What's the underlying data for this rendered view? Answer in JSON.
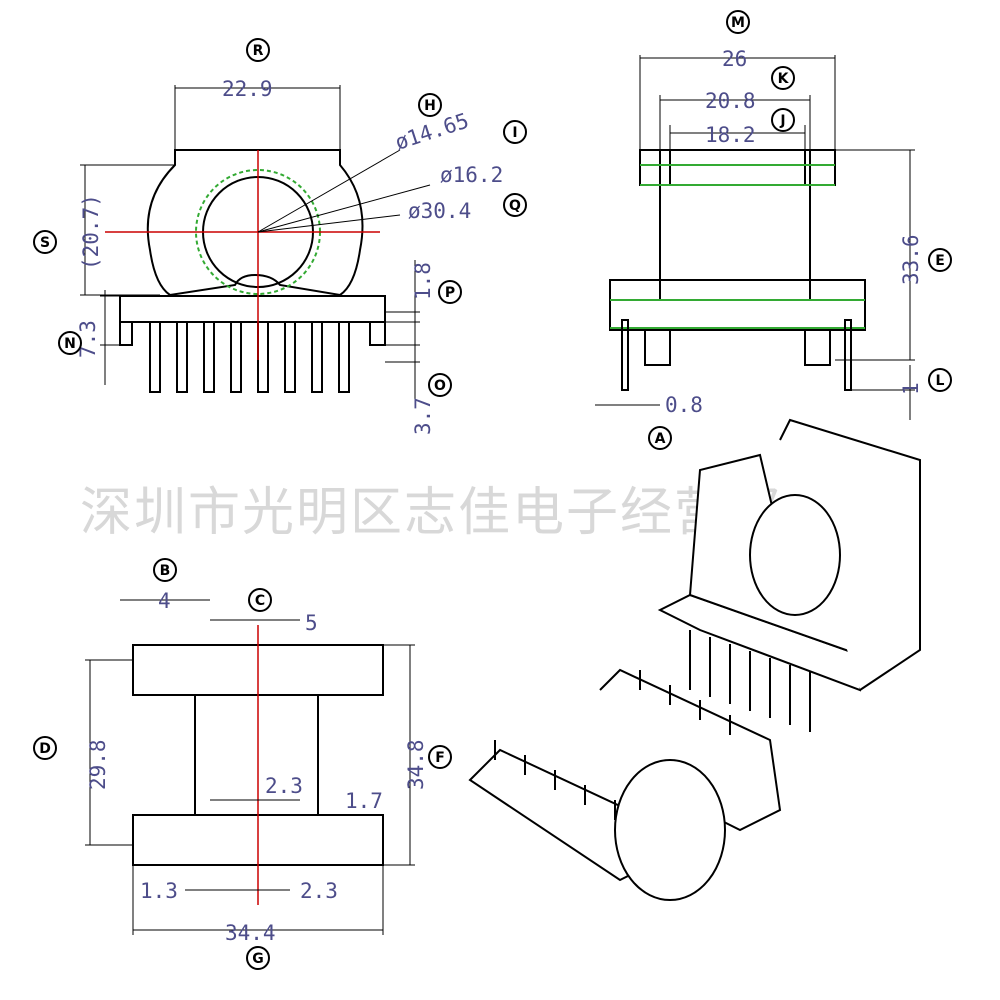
{
  "watermark": "深圳市光明区志佳电子经营部",
  "top_left_view": {
    "width_R": "22.9",
    "dia_H": "ø14.65",
    "dia_I": "ø16.2",
    "dia_Q": "ø30.4",
    "height_S": "(20.7)",
    "P": "1.8",
    "N": "7.3",
    "O": "3.7"
  },
  "top_right_view": {
    "M": "26",
    "K": "20.8",
    "J": "18.2",
    "E": "33.6",
    "L": "1",
    "A": "0.8"
  },
  "bottom_left_view": {
    "B": "4",
    "C": "5",
    "D": "29.8",
    "F": "34.8",
    "G": "34.4",
    "c1": "2.3",
    "c2": "1.7",
    "c3": "1.3",
    "c4": "2.3"
  },
  "markers": {
    "R": "R",
    "H": "H",
    "I": "I",
    "Q": "Q",
    "S": "S",
    "P": "P",
    "N": "N",
    "O": "O",
    "M": "M",
    "K": "K",
    "J": "J",
    "E": "E",
    "L": "L",
    "A": "A",
    "B": "B",
    "C": "C",
    "D": "D",
    "F": "F",
    "G": "G"
  }
}
